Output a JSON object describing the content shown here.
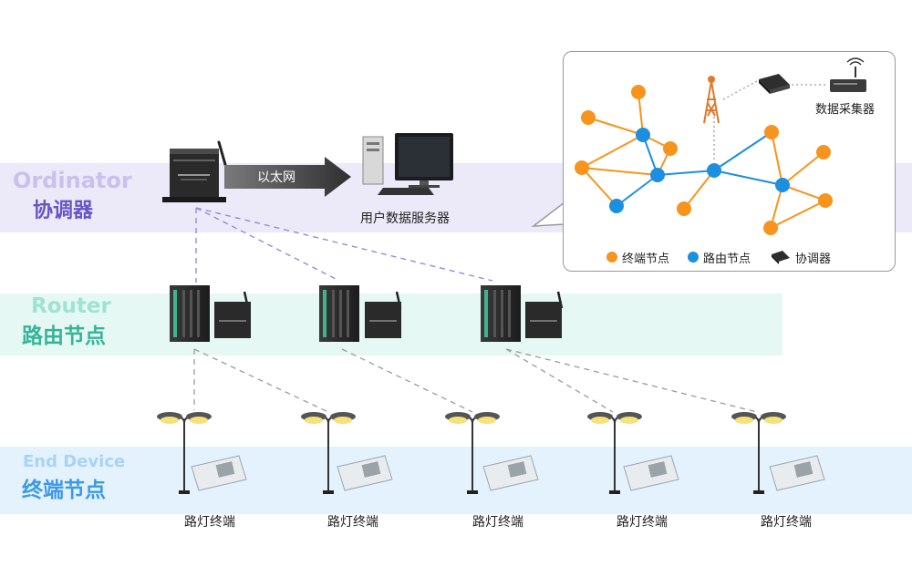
{
  "tiers": {
    "coordinator": {
      "en": "Ordinator",
      "zh": "协调器"
    },
    "router": {
      "en": "Router",
      "zh": "路由节点"
    },
    "end_device": {
      "en": "End Device",
      "zh": "终端节点"
    }
  },
  "colors": {
    "coordinator_band": "#ece9f9",
    "router_band": "#e6f8f3",
    "end_band": "#e4f2fd",
    "coordinator_en": "#c9c1ec",
    "coordinator_zh": "#6655c9",
    "router_en": "#9fe3d2",
    "router_zh": "#35b597",
    "end_en": "#a7d4f5",
    "end_zh": "#3d9ae6",
    "end_node": "#f7941d",
    "router_node": "#1b8fe0",
    "link_orange": "#f7941d",
    "link_blue": "#1b8fe0",
    "dashed_link": "#8f8fd6",
    "dashed_router_link": "#9b9b9b"
  },
  "ethernet_arrow_label": "以太网",
  "server_label": "用户数据服务器",
  "coordinator_device": {
    "icon": "zigbee-ethernet-gateway-icon"
  },
  "router_devices": [
    {
      "icon": "zigbee-router-with-gateway-icon"
    },
    {
      "icon": "zigbee-router-with-gateway-icon"
    },
    {
      "icon": "zigbee-router-with-gateway-icon"
    }
  ],
  "end_devices": [
    {
      "label": "路灯终端",
      "icon": "street-lamp-with-module-icon"
    },
    {
      "label": "路灯终端",
      "icon": "street-lamp-with-module-icon"
    },
    {
      "label": "路灯终端",
      "icon": "street-lamp-with-module-icon"
    },
    {
      "label": "路灯终端",
      "icon": "street-lamp-with-module-icon"
    },
    {
      "label": "路灯终端",
      "icon": "street-lamp-with-module-icon"
    }
  ],
  "callout": {
    "collector_label": "数据采集器",
    "legend": [
      {
        "label": "终端节点",
        "kind": "orange-dot"
      },
      {
        "label": "路由节点",
        "kind": "blue-dot"
      },
      {
        "label": "协调器",
        "kind": "coordinator-icon"
      }
    ]
  }
}
